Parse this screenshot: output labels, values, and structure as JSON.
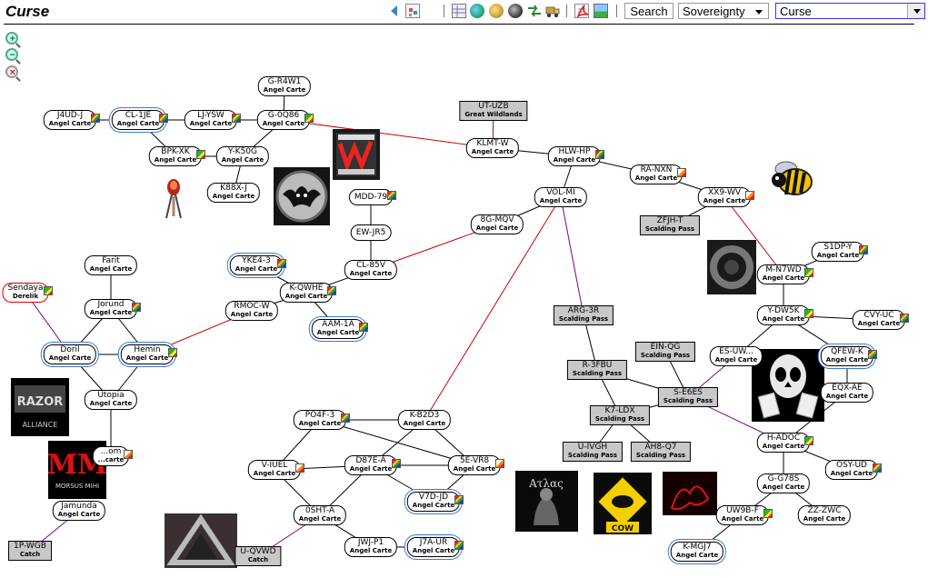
{
  "toolbar": {
    "title": "Curse",
    "search_label": "Search",
    "mode_select": "Sovereignty",
    "region_select": "Curse",
    "icons": [
      "back-arrow-icon",
      "map-view-icon",
      "table-icon",
      "globe-icon",
      "planet-icon",
      "dark-planet-icon",
      "route-icon",
      "truck-icon",
      "document-icon",
      "pdf-icon",
      "image-icon"
    ],
    "zoom_icons": [
      "zoom-in-icon",
      "zoom-out-icon",
      "zoom-reset-icon"
    ]
  },
  "colors": {
    "regular_jump": "#000000",
    "region_jump": "#cc0000",
    "constellation_jump": "#800080",
    "station_ring": "#3a7bd5"
  },
  "systems": [
    {
      "id": "g-r4w1",
      "name": "G-R4W1",
      "region": "Angel Carte"
    },
    {
      "id": "j4ud-j",
      "name": "J4UD-J",
      "region": "Angel Carte"
    },
    {
      "id": "cl-1je",
      "name": "CL-1JE",
      "region": "Angel Carte"
    },
    {
      "id": "lj-ysw",
      "name": "LJ-YSW",
      "region": "Angel Carte"
    },
    {
      "id": "g-0q86",
      "name": "G-0Q86",
      "region": "Angel Carte"
    },
    {
      "id": "bpk-xk",
      "name": "BPK-XK",
      "region": "Angel Carte"
    },
    {
      "id": "y-k50g",
      "name": "Y-K50G",
      "region": "Angel Carte"
    },
    {
      "id": "k88x-j",
      "name": "K88X-J",
      "region": "Angel Carte"
    },
    {
      "id": "ut-uzb",
      "name": "UT-UZB",
      "region": "Great Wildlands"
    },
    {
      "id": "klmt-w",
      "name": "KLMT-W",
      "region": "Angel Carte"
    },
    {
      "id": "hlw-hp",
      "name": "HLW-HP",
      "region": "Angel Carte"
    },
    {
      "id": "ra-nxn",
      "name": "RA-NXN",
      "region": "Angel Carte"
    },
    {
      "id": "xx9-wv",
      "name": "XX9-WV",
      "region": "Angel Carte"
    },
    {
      "id": "zfjh-t",
      "name": "ZFJH-T",
      "region": "Scalding Pass"
    },
    {
      "id": "mdd-79",
      "name": "MDD-79",
      "region": ""
    },
    {
      "id": "ew-jr5",
      "name": "EW-JR5",
      "region": ""
    },
    {
      "id": "cl-85v",
      "name": "CL-85V",
      "region": "Angel Carte"
    },
    {
      "id": "vol-mi",
      "name": "VOL-MI",
      "region": "Angel Carte"
    },
    {
      "id": "8g-mqv",
      "name": "8G-MQV",
      "region": "Angel Carte"
    },
    {
      "id": "yke4-3",
      "name": "YKE4-3",
      "region": "Angel Carte"
    },
    {
      "id": "k-qwhe",
      "name": "K-QWHE",
      "region": "Angel Carte"
    },
    {
      "id": "rmoc-w",
      "name": "RMOC-W",
      "region": "Angel Carte"
    },
    {
      "id": "aam-1a",
      "name": "AAM-1A",
      "region": "Angel Carte"
    },
    {
      "id": "farit",
      "name": "Farit",
      "region": "Angel Carte"
    },
    {
      "id": "sendaya",
      "name": "Sendaya",
      "region": "Derelik"
    },
    {
      "id": "jorund",
      "name": "Jorund",
      "region": "Angel Carte"
    },
    {
      "id": "doril",
      "name": "Doril",
      "region": "Angel Carte"
    },
    {
      "id": "hemin",
      "name": "Hemin",
      "region": "Angel Carte"
    },
    {
      "id": "utopia",
      "name": "Utopia",
      "region": "Angel Carte"
    },
    {
      "id": "nom",
      "name": "...om",
      "region": "...carte"
    },
    {
      "id": "jamunda",
      "name": "Jamunda",
      "region": "Angel Carte"
    },
    {
      "id": "1p-wgb",
      "name": "1P-WGB",
      "region": "Catch"
    },
    {
      "id": "s1dp-y",
      "name": "S1DP-Y",
      "region": "Angel Carte"
    },
    {
      "id": "m-n7wd",
      "name": "M-N7WD",
      "region": "Angel Carte"
    },
    {
      "id": "arg-3r",
      "name": "ARG-3R",
      "region": "Scalding Pass"
    },
    {
      "id": "y-dw5k",
      "name": "Y-DW5K",
      "region": "Angel Carte"
    },
    {
      "id": "cvy-uc",
      "name": "CVY-UC",
      "region": "Angel Carte"
    },
    {
      "id": "es-uw",
      "name": "ES-UW...",
      "region": "Angel Carte"
    },
    {
      "id": "qfew-k",
      "name": "QFEW-K",
      "region": "Angel Carte"
    },
    {
      "id": "r-3fbu",
      "name": "R-3FBU",
      "region": "Scalding Pass"
    },
    {
      "id": "ein-qg",
      "name": "EIN-QG",
      "region": "Scalding Pass"
    },
    {
      "id": "s-e6es",
      "name": "S-E6ES",
      "region": "Scalding Pass"
    },
    {
      "id": "eqx-ae",
      "name": "EQX-AE",
      "region": "Angel Carte"
    },
    {
      "id": "k7-ldx",
      "name": "K7-LDX",
      "region": "Scalding Pass"
    },
    {
      "id": "po4f-3",
      "name": "PO4F-3",
      "region": "Angel Carte"
    },
    {
      "id": "k-b2d3",
      "name": "K-B2D3",
      "region": "Angel Carte"
    },
    {
      "id": "h-adoc",
      "name": "H-ADOC",
      "region": "Angel Carte"
    },
    {
      "id": "u-ivgh",
      "name": "U-IVGH",
      "region": "Scalding Pass"
    },
    {
      "id": "ah8-q7",
      "name": "AH8-Q7",
      "region": "Scalding Pass"
    },
    {
      "id": "v-iuel",
      "name": "V-IUEL",
      "region": "Angel Carte"
    },
    {
      "id": "d87e-a",
      "name": "D87E-A",
      "region": "Angel Carte"
    },
    {
      "id": "5e-vr8",
      "name": "5E-VR8",
      "region": "Angel Carte"
    },
    {
      "id": "osy-ud",
      "name": "OSY-UD",
      "region": "Angel Carte"
    },
    {
      "id": "g-g78s",
      "name": "G-G78S",
      "region": "Angel Carte"
    },
    {
      "id": "v7d-jd",
      "name": "V7D-JD",
      "region": "Angel Carte"
    },
    {
      "id": "0sht-a",
      "name": "0SHT-A",
      "region": "Angel Carte"
    },
    {
      "id": "uw9b-f",
      "name": "UW9B-F",
      "region": "Angel Carte"
    },
    {
      "id": "zz-zwc",
      "name": "ZZ-ZWC",
      "region": "Angel Carte"
    },
    {
      "id": "jwj-p1",
      "name": "JWJ-P1",
      "region": "Angel Carte"
    },
    {
      "id": "j7a-ur",
      "name": "J7A-UR",
      "region": "Angel Carte"
    },
    {
      "id": "u-qvwd",
      "name": "U-QVWD",
      "region": "Catch"
    },
    {
      "id": "k-mgj7",
      "name": "K-MGJ7",
      "region": "Angel Carte"
    }
  ],
  "alliance_logos": [
    {
      "id": "logo-ghost",
      "name": "white-noise-logo"
    },
    {
      "id": "logo-bat",
      "name": "bat-emblem-logo"
    },
    {
      "id": "logo-alien",
      "name": "alien-insect-logo"
    },
    {
      "id": "logo-bee",
      "name": "bee-logo"
    },
    {
      "id": "logo-ring",
      "name": "dark-ring-logo"
    },
    {
      "id": "logo-razor",
      "name": "razor-alliance-logo"
    },
    {
      "id": "logo-mm",
      "name": "morsus-mihi-logo"
    },
    {
      "id": "logo-skull",
      "name": "skull-cards-logo"
    },
    {
      "id": "logo-atlas",
      "name": "atlas-logo"
    },
    {
      "id": "logo-cow",
      "name": "cow-warning-logo"
    },
    {
      "id": "logo-red",
      "name": "red-figure-logo"
    },
    {
      "id": "logo-tri",
      "name": "triangle-logo"
    }
  ],
  "logo_text": {
    "razor": "RAZOR",
    "razor_sub": "ALLIANCE",
    "mm": "MM",
    "mm_sub": "MORSUS MIHI",
    "atlas": "Ατλας",
    "cow": "COW"
  }
}
